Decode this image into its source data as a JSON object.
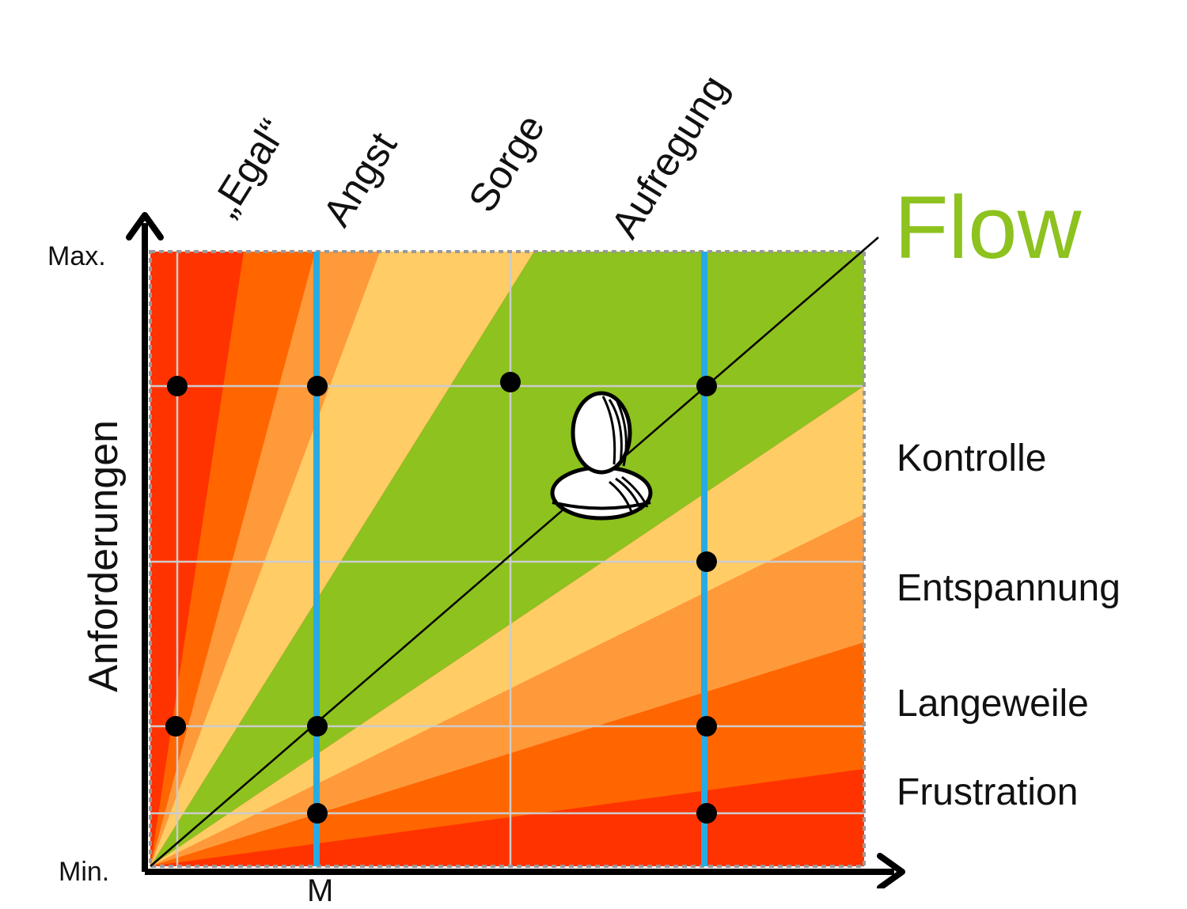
{
  "diagram": {
    "title_flow": "Flow",
    "y_axis_label": "Anforderungen",
    "y_max_label": "Max.",
    "y_min_label": "Min.",
    "x_axis_cut_label": "M",
    "top_labels": [
      "„Egal“",
      "Angst",
      "Sorge",
      "Aufregung"
    ],
    "right_labels": [
      "Kontrolle",
      "Entspannung",
      "Langeweile",
      "Frustration"
    ],
    "colors": {
      "red": "#ff3300",
      "orange_dark": "#ff6600",
      "orange": "#ff9a3a",
      "yellow": "#ffcc66",
      "green": "#8dc21f",
      "blue_line": "#29aae2",
      "grid": "#cccccc",
      "border_dotted": "#999999"
    },
    "person_icon": "person-bust-icon"
  }
}
